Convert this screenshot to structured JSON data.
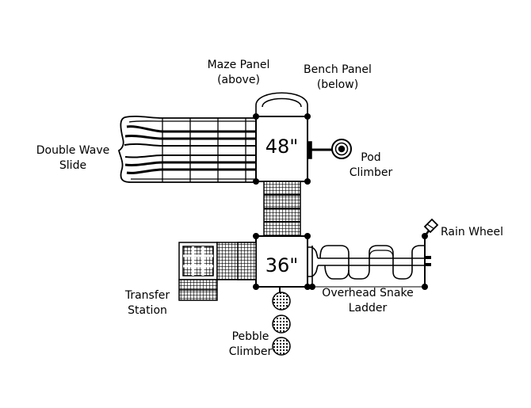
{
  "labels": {
    "maze_panel": [
      "Maze Panel",
      "(above)"
    ],
    "bench_panel": [
      "Bench Panel",
      "(below)"
    ],
    "double_wave_slide": [
      "Double Wave",
      "Slide"
    ],
    "pod_climber": [
      "Pod",
      "Climber"
    ],
    "rain_wheel": [
      "Rain Wheel"
    ],
    "transfer_station": [
      "Transfer",
      "Station"
    ],
    "overhead_snake_ladder": [
      "Overhead Snake",
      "Ladder"
    ],
    "pebble_climber": [
      "Pebble",
      "Climber"
    ]
  },
  "decks": {
    "upper_height": "48\"",
    "lower_height": "36\""
  }
}
